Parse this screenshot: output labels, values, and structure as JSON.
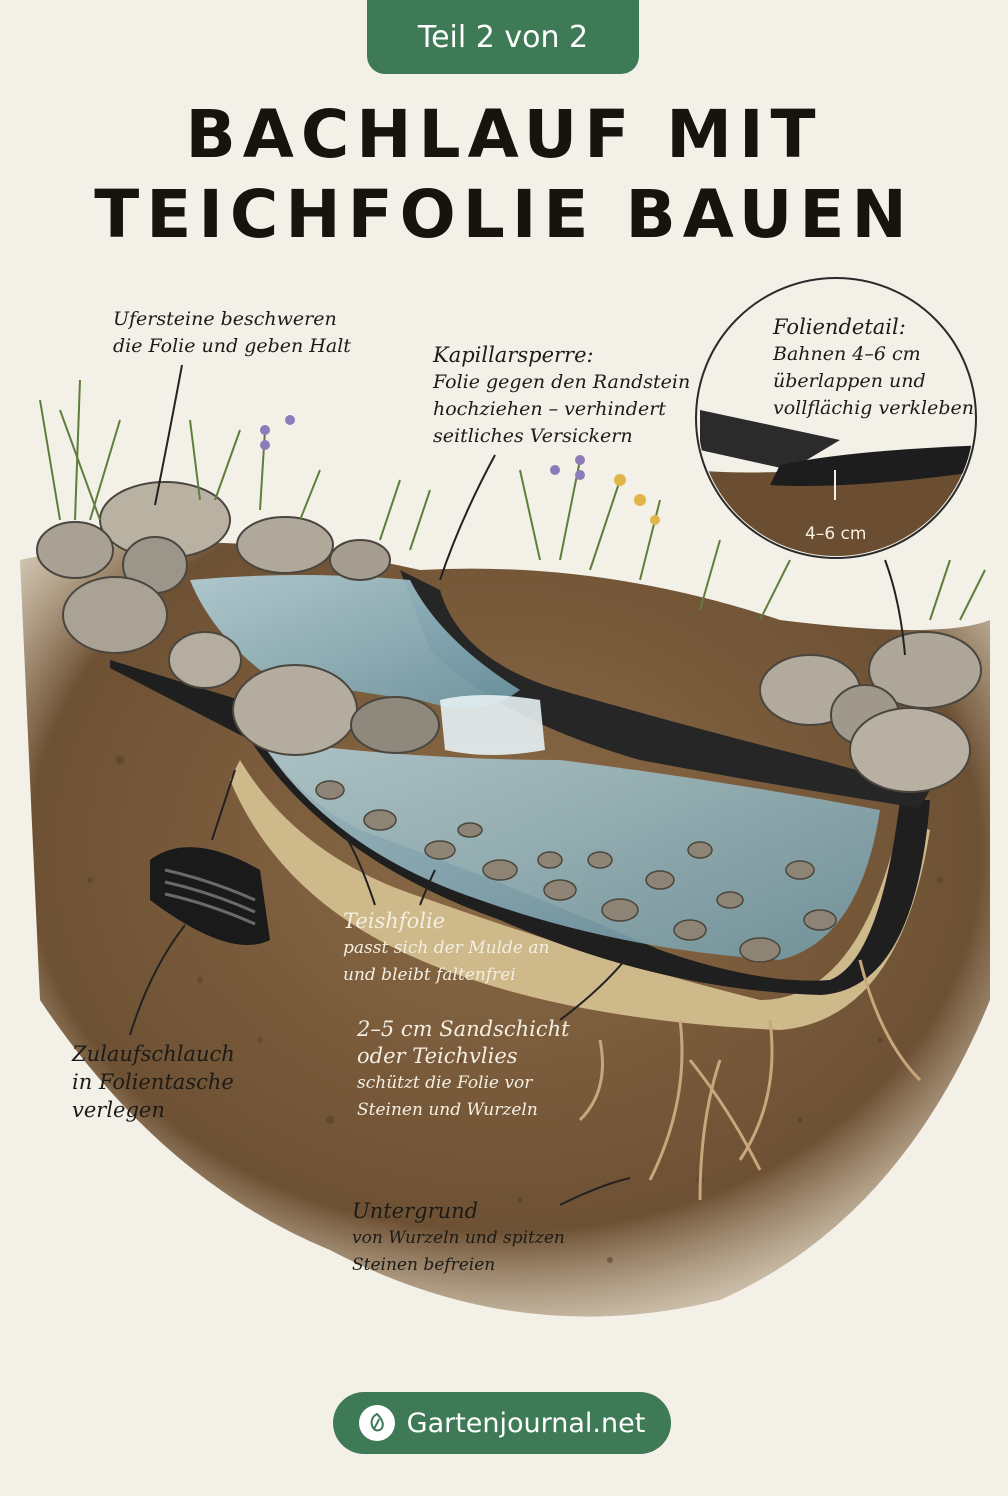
{
  "badge": "Teil 2 von 2",
  "title": {
    "line1": "BACHLAUF MIT",
    "line2": "TEICHFOLIE BAUEN"
  },
  "annotations": {
    "ufersteine": {
      "line1": "Ufersteine beschweren",
      "line2": "die Folie und geben Halt"
    },
    "kapillarsperre": {
      "head": "Kapillarsperre:",
      "line1": "Folie gegen den Randstein",
      "line2": "hochziehen – verhindert",
      "line3": "seitliches Versickern"
    },
    "foliendetail": {
      "head": "Foliendetail:",
      "line1": "Bahnen 4–6 cm",
      "line2": "überlappen und",
      "line3": "vollflächig verkleben",
      "measure": "4–6 cm"
    },
    "teichfolie": {
      "head": "Teishfolie",
      "line1": "passt sich der Mulde an",
      "line2": "und bleibt faltenfrei"
    },
    "sandschicht": {
      "head1": "2–5 cm Sandschicht",
      "head2": "oder Teichvlies",
      "line1": "schützt die Folie vor",
      "line2": "Steinen und Wurzeln"
    },
    "zulauf": {
      "line1": "Zulaufschlauch",
      "line2": "in Folientasche",
      "line3": "verlegen"
    },
    "untergrund": {
      "head": "Untergrund",
      "line1": "von Wurzeln und spitzen",
      "line2": "Steinen befreien"
    }
  },
  "brand": {
    "name": "Gartenjournal.net",
    "icon": "leaf-logo-icon"
  },
  "colors": {
    "accent": "#3e7a56",
    "soil": "#7a5a3a",
    "liner": "#1f1f1f",
    "water": "#9cc3cf",
    "sand": "#cdb98a"
  }
}
